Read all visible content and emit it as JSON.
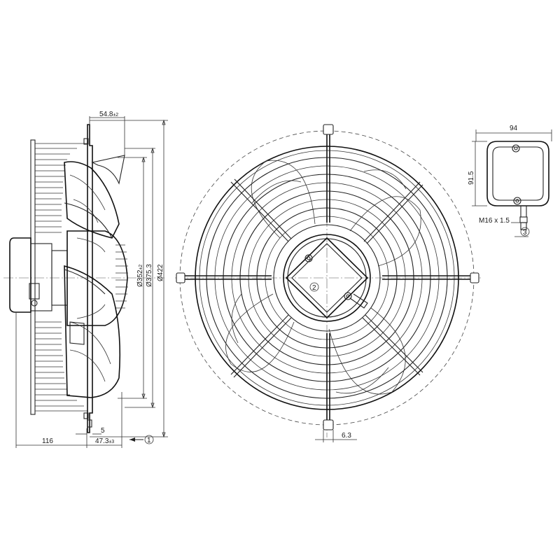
{
  "side_view": {
    "dims": {
      "top_width": "54.8",
      "top_width_tol": "±2",
      "blade_dia": "Ø352",
      "blade_dia_tol": "±2",
      "guard_dia": "Ø375.3",
      "outer_dia": "Ø422",
      "small_gap": "5",
      "left_depth": "116",
      "bottom_depth": "47.3",
      "bottom_depth_tol": "±3"
    },
    "callout_1": "1"
  },
  "front_view": {
    "callout_2": "2",
    "foot_dim": "6.3"
  },
  "terminal_box": {
    "width": "94",
    "height": "91.5",
    "thread": "M16 x 1.5",
    "callout_3": "3"
  }
}
